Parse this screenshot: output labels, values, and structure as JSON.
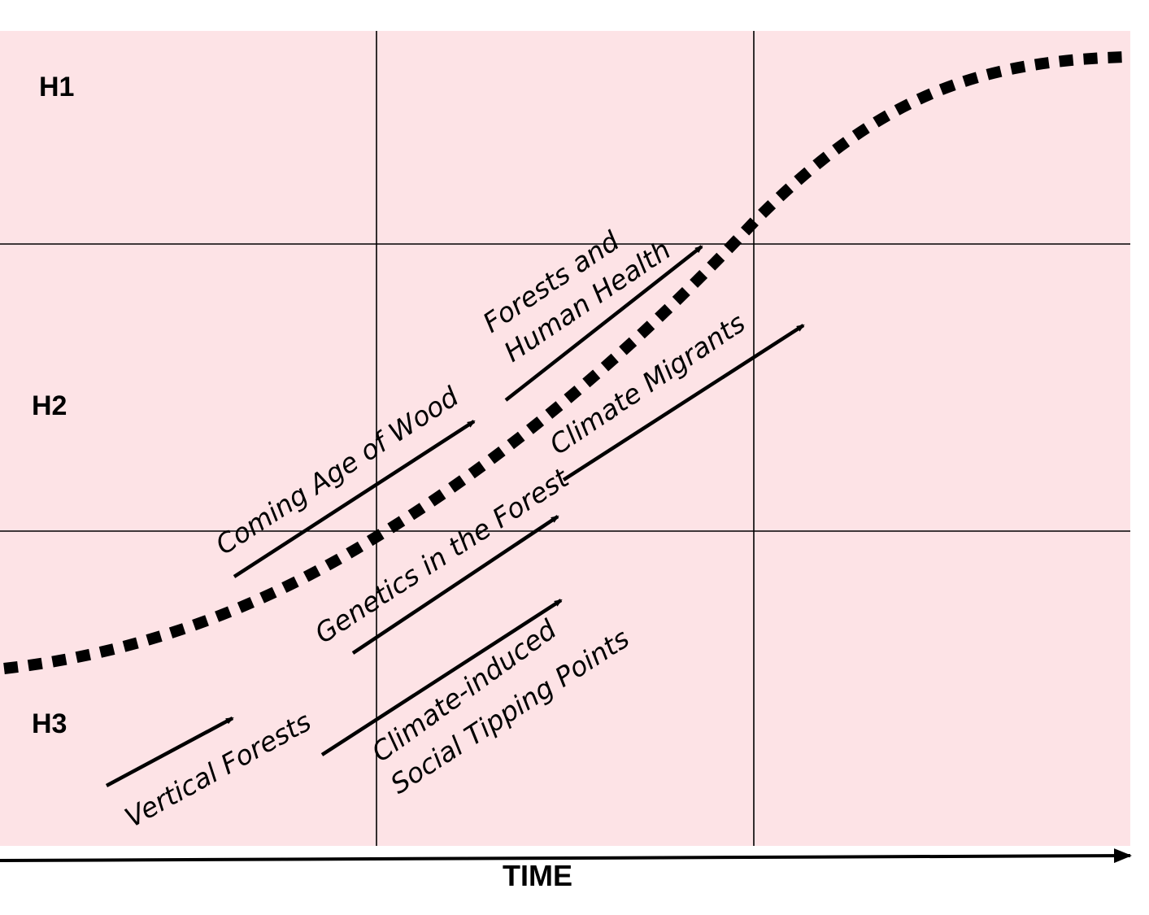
{
  "horizons": {
    "h1": "H1",
    "h2": "H2",
    "h3": "H3"
  },
  "axis": {
    "title": "TIME"
  },
  "trends": {
    "forests_health_line1": "Forests and",
    "forests_health_line2": "Human Health",
    "coming_age_of_wood": "Coming Age of Wood",
    "climate_migrants": "Climate Migrants",
    "genetics_in_forest": "Genetics in the Forest",
    "climate_induced_line1": "Climate-induced",
    "climate_induced_line2": "Social Tipping Points",
    "vertical_forests": "Vertical Forests"
  },
  "colors": {
    "background_panel": "#fde3e6",
    "lines": "#000000"
  }
}
